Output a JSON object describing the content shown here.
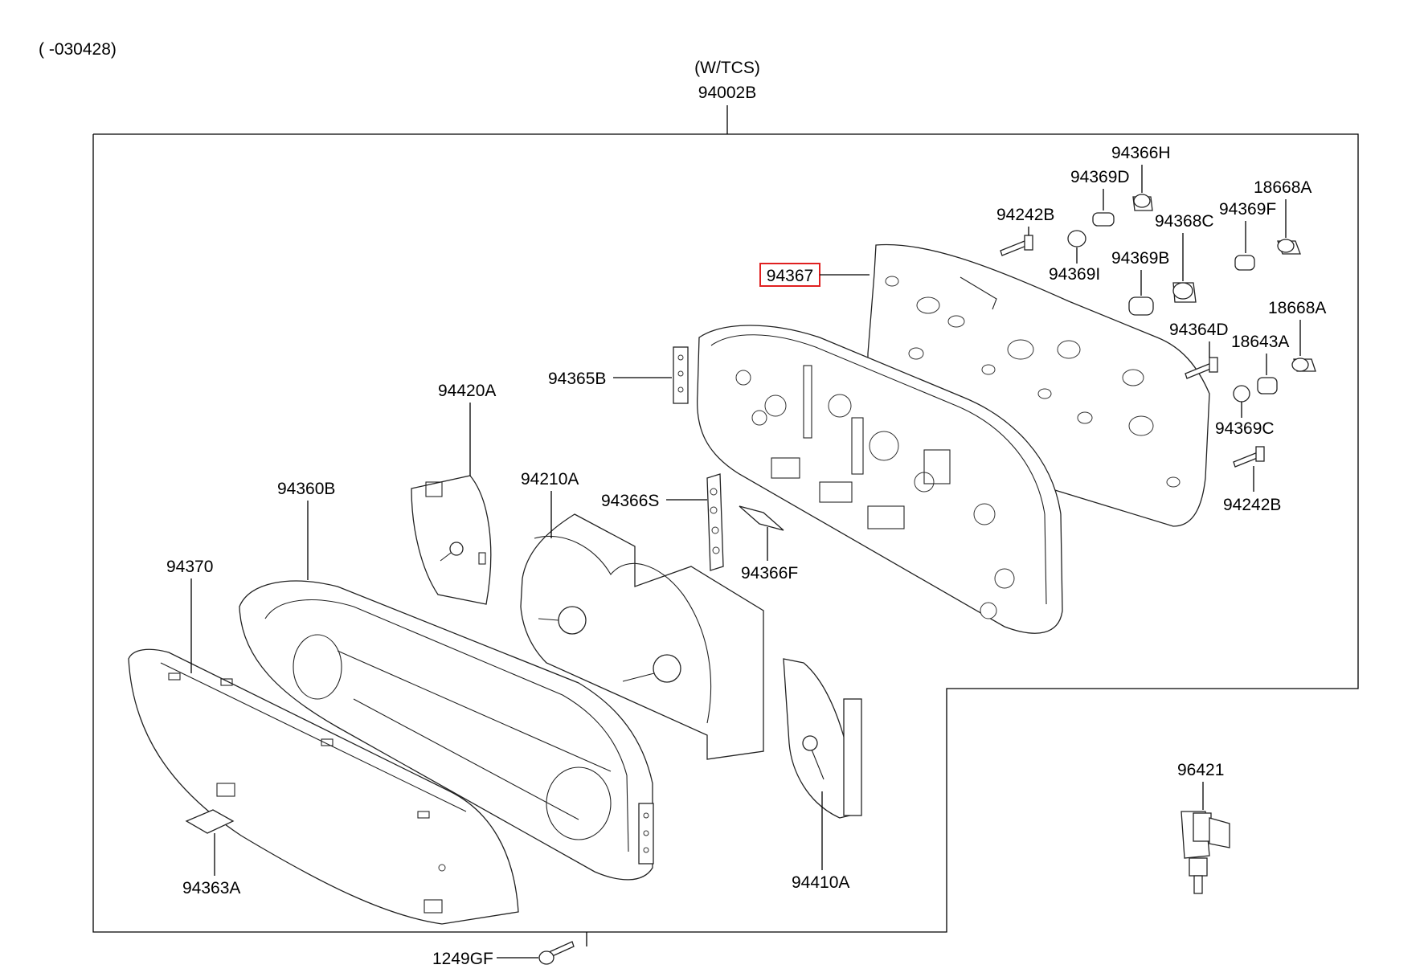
{
  "header": {
    "date_range": "( -030428)",
    "variant": "(W/TCS)",
    "assembly": "94002B"
  },
  "highlight_color": "#e02020",
  "labels": {
    "p94366H": "94366H",
    "p94369D": "94369D",
    "p94242B_top": "94242B",
    "p18668A_top": "18668A",
    "p94369F": "94369F",
    "p94368C": "94368C",
    "p94369I": "94369I",
    "p94369B": "94369B",
    "p94367": "94367",
    "p18668A_mid": "18668A",
    "p94364D": "94364D",
    "p18643A": "18643A",
    "p94365B": "94365B",
    "p94420A": "94420A",
    "p94369C": "94369C",
    "p94242B_bot": "94242B",
    "p94210A": "94210A",
    "p94366S": "94366S",
    "p94360B": "94360B",
    "p94366F": "94366F",
    "p94370": "94370",
    "p96421": "96421",
    "p94363A": "94363A",
    "p94410A": "94410A",
    "p1249GF": "1249GF"
  }
}
